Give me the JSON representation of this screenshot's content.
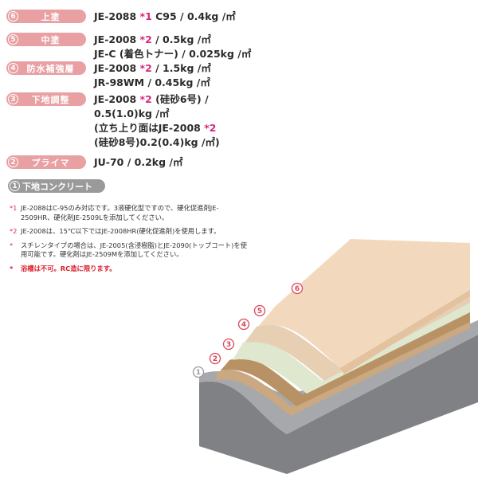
{
  "colors": {
    "pill_topcoat": "#e8a0a3",
    "pill_intermediate": "#e8a0a3",
    "pill_waterproof": "#e8a0a3",
    "pill_base_adjust": "#e8a0a3",
    "pill_primer": "#e8a0a3",
    "pill_concrete": "#9a9a9a",
    "asterisk": "#d8287d",
    "warning": "#d81e2a"
  },
  "layers": [
    {
      "num": "6",
      "label": "上塗",
      "lines": [
        [
          {
            "t": "JE-2088 "
          },
          {
            "t": "*1",
            "ast": true
          },
          {
            "t": " C95 / 0.4kg /㎡"
          }
        ]
      ]
    },
    {
      "num": "5",
      "label": "中塗",
      "lines": [
        [
          {
            "t": "JE-2008 "
          },
          {
            "t": "*2",
            "ast": true
          },
          {
            "t": " / 0.5kg /㎡"
          }
        ],
        [
          {
            "t": "JE-C (着色トナー) / 0.025kg /㎡"
          }
        ]
      ]
    },
    {
      "num": "4",
      "label": "防水補強層",
      "lines": [
        [
          {
            "t": "JE-2008 "
          },
          {
            "t": "*2",
            "ast": true
          },
          {
            "t": "  / 1.5kg /㎡"
          }
        ],
        [
          {
            "t": "JR-98WM / 0.45kg /㎡"
          }
        ]
      ]
    },
    {
      "num": "3",
      "label": "下地調整",
      "lines": [
        [
          {
            "t": "JE-2008 "
          },
          {
            "t": "*2",
            "ast": true
          },
          {
            "t": " (硅砂6号) /"
          }
        ],
        [
          {
            "t": "0.5(1.0)kg /㎡"
          }
        ],
        [
          {
            "t": "(立ち上り面はJE-2008 "
          },
          {
            "t": "*2",
            "ast": true
          }
        ],
        [
          {
            "t": "(硅砂8号)0.2(0.4)kg /㎡)"
          }
        ]
      ]
    },
    {
      "num": "2",
      "label": "プライマ",
      "lines": [
        [
          {
            "t": "JU-70 / 0.2kg /㎡"
          }
        ]
      ]
    }
  ],
  "base": {
    "num": "1",
    "label": "下地コンクリート"
  },
  "notes": [
    {
      "mark": "*1",
      "text": "JE-2088はC-95のみ対応です。3液硬化型ですので、硬化促進剤JE-2509HR、硬化剤JE-2509Lを添加してください。"
    },
    {
      "mark": "*2",
      "text": "JE-2008は、15℃以下ではJE-2008HR(硬化促進剤)を使用します。"
    },
    {
      "mark": "*",
      "text": "スチレンタイプの場合は、JE-2005(含浸樹脂)とJE-2090(トップコート)を使用可能です。硬化剤はJE-2509Mを添加してください。"
    },
    {
      "mark": "*",
      "text": "浴槽は不可。RC造に限ります。",
      "warning": true
    }
  ],
  "diagram_markers": [
    "1",
    "2",
    "3",
    "4",
    "5",
    "6"
  ],
  "diagram_colors": {
    "concrete_top": "#a6a8ab",
    "concrete_side": "#7f8185",
    "primer": "#c9a882",
    "base_adjust": "#b89264",
    "waterproof": "#dfe7cf",
    "intermediate": "#e6cfb3",
    "topcoat_top": "#f2d9bd",
    "topcoat_side": "#e3c2a0",
    "marker": "#d8485a"
  }
}
